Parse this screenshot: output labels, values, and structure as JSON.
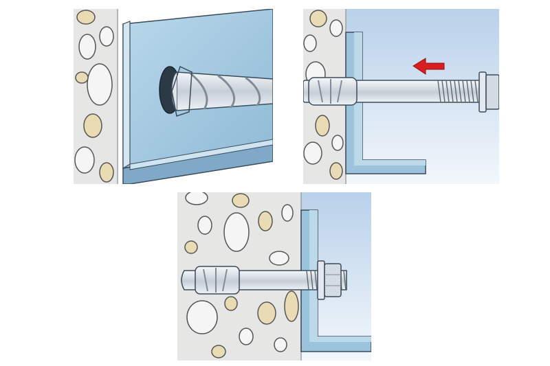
{
  "figure": {
    "steps": [
      {
        "id": "drill-hole",
        "caption": ""
      },
      {
        "id": "insert-anchor",
        "caption": ""
      },
      {
        "id": "tighten-anchor",
        "caption": ""
      }
    ],
    "colors": {
      "concrete": "#e7e7e6",
      "concrete_dark": "#d6d6d4",
      "stone_white": "#f5f5f5",
      "stone_beige": "#e9dbb3",
      "steel_blue": "#9bc3db",
      "steel_blue_dark": "#6f9fbe",
      "steel_face": "#b7d7ea",
      "background_gradient_top": "#bcd3ea",
      "background_gradient_bottom": "#eef4fa",
      "metal_light": "#eef2f5",
      "metal_mid": "#c9d2da",
      "metal_dark": "#8e9aa6",
      "arrow_red": "#d81e1e",
      "outline": "#3a4a5a"
    },
    "icons": [
      "drill-bit-icon",
      "insertion-arrow-icon",
      "anchor-bolt-icon",
      "hex-nut-icon"
    ]
  }
}
